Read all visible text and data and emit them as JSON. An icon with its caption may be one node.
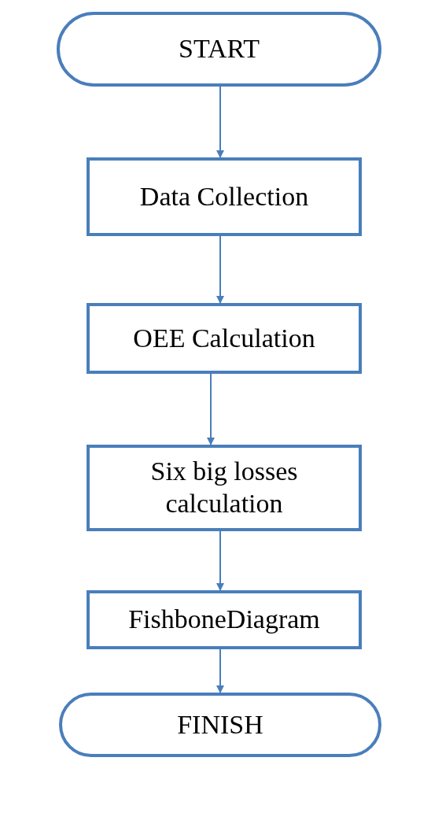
{
  "diagram": {
    "nodes": [
      {
        "text": [
          "START"
        ]
      },
      {
        "text": [
          "Data Collection"
        ]
      },
      {
        "text": [
          "OEE Calculation"
        ]
      },
      {
        "text": [
          "Six big losses calculation"
        ]
      },
      {
        "text": [
          "FishboneDiagram"
        ]
      },
      {
        "text": [
          "FINISH"
        ]
      }
    ],
    "edges": [
      {
        "from": 0,
        "to": 1,
        "arrow": "to"
      },
      {
        "from": 1,
        "to": 2,
        "arrow": "to"
      },
      {
        "from": 2,
        "to": 3,
        "arrow": "to"
      },
      {
        "from": 3,
        "to": 4,
        "arrow": "to"
      },
      {
        "from": 4,
        "to": 5,
        "arrow": "to"
      }
    ]
  }
}
